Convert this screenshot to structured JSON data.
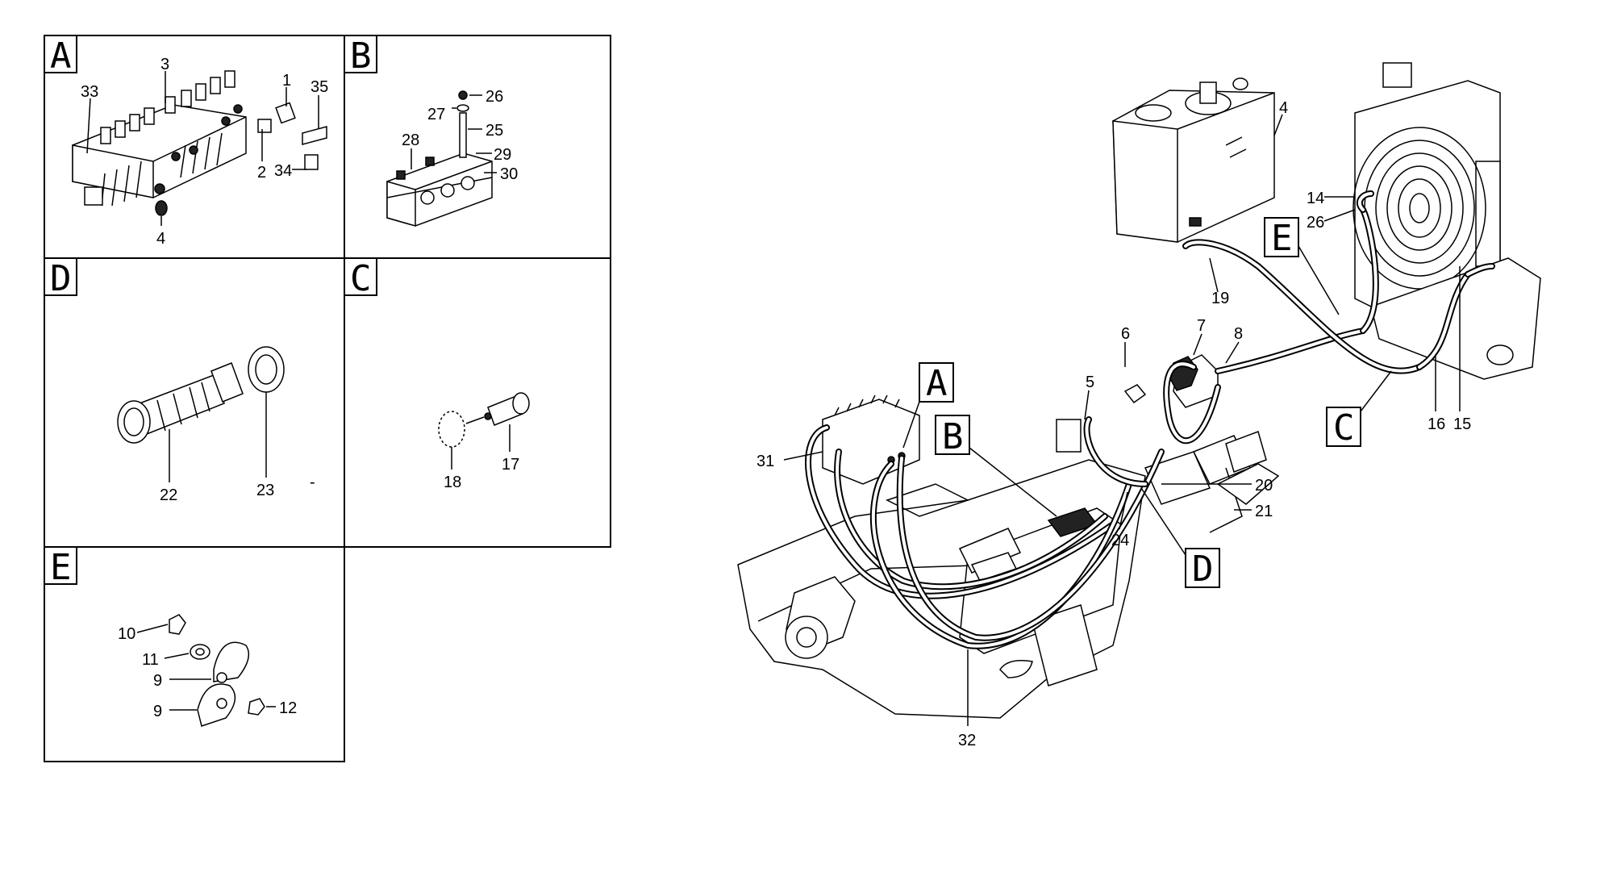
{
  "detail_panels": [
    {
      "id": "A",
      "label": "A",
      "parts": [
        "33",
        "3",
        "1",
        "35",
        "2",
        "34",
        "4"
      ]
    },
    {
      "id": "B",
      "label": "B",
      "parts": [
        "26",
        "27",
        "25",
        "28",
        "29",
        "30"
      ]
    },
    {
      "id": "D",
      "label": "D",
      "parts": [
        "22",
        "23",
        "-"
      ]
    },
    {
      "id": "C",
      "label": "C",
      "parts": [
        "18",
        "17"
      ]
    },
    {
      "id": "E",
      "label": "E",
      "parts": [
        "10",
        "11",
        "9",
        "9",
        "12"
      ]
    }
  ],
  "main_view": {
    "callouts": [
      "A",
      "B",
      "C",
      "D",
      "E"
    ],
    "part_numbers": [
      "4",
      "14",
      "26",
      "19",
      "6",
      "7",
      "8",
      "5",
      "31",
      "16",
      "15",
      "20",
      "21",
      "24",
      "32"
    ]
  },
  "colors": {
    "ink": "#000000",
    "paper": "#ffffff"
  }
}
